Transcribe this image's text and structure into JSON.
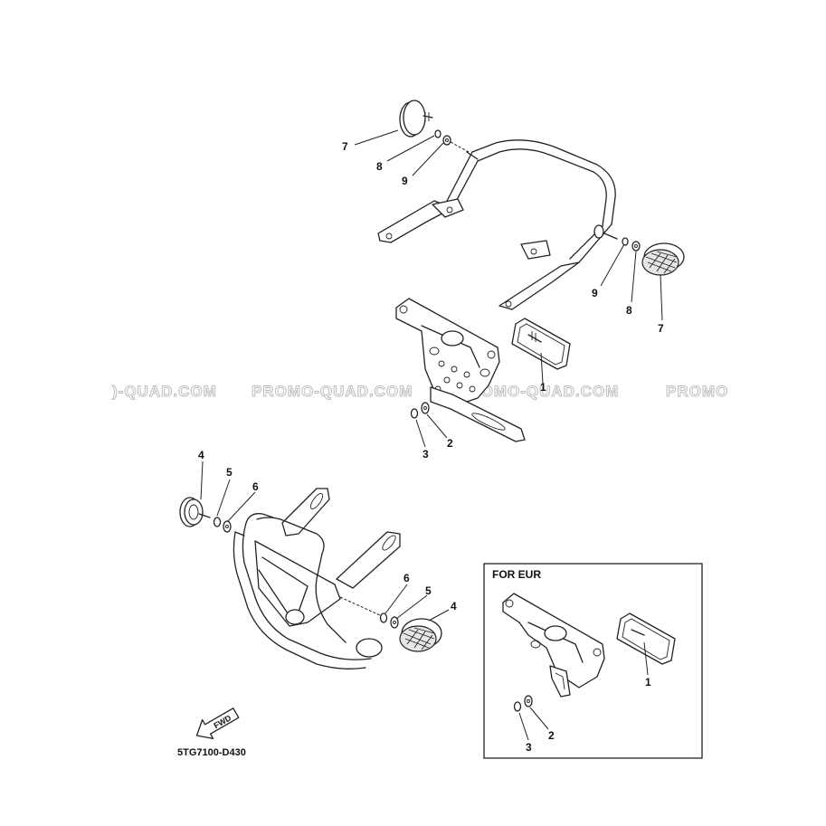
{
  "diagram": {
    "part_code": "5TG7100-D430",
    "watermark": "PROMO-QUAD.COM",
    "watermark_left_fragment": ")-QUAD.COM",
    "watermark_right_fragment": "PROMO",
    "inset_title": "FOR EUR",
    "fwd_label": "FWD",
    "callouts": {
      "rear": [
        "7",
        "8",
        "9",
        "9",
        "8",
        "7"
      ],
      "plate": [
        "1",
        "2",
        "3"
      ],
      "front": [
        "4",
        "5",
        "6",
        "6",
        "5",
        "4"
      ],
      "inset": [
        "1",
        "2",
        "3"
      ]
    }
  }
}
